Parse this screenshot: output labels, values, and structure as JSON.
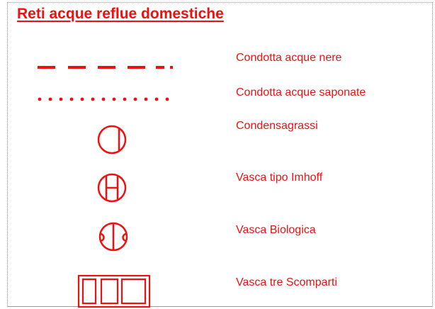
{
  "colors": {
    "accent": "#ee1111",
    "frame": "#9a9a9a"
  },
  "title": "Reti acque reflue domestiche",
  "legend": [
    {
      "symbol": "dashed-line",
      "label": "Condotta acque nere"
    },
    {
      "symbol": "dotted-line",
      "label": "Condotta acque saponate"
    },
    {
      "symbol": "circle-single-bar",
      "label": "Condensagrassi"
    },
    {
      "symbol": "circle-double-bar",
      "label": "Vasca tipo Imhoff"
    },
    {
      "symbol": "circle-side-arcs",
      "label": "Vasca Biologica"
    },
    {
      "symbol": "three-compartment-box",
      "label": "Vasca tre Scomparti"
    }
  ]
}
